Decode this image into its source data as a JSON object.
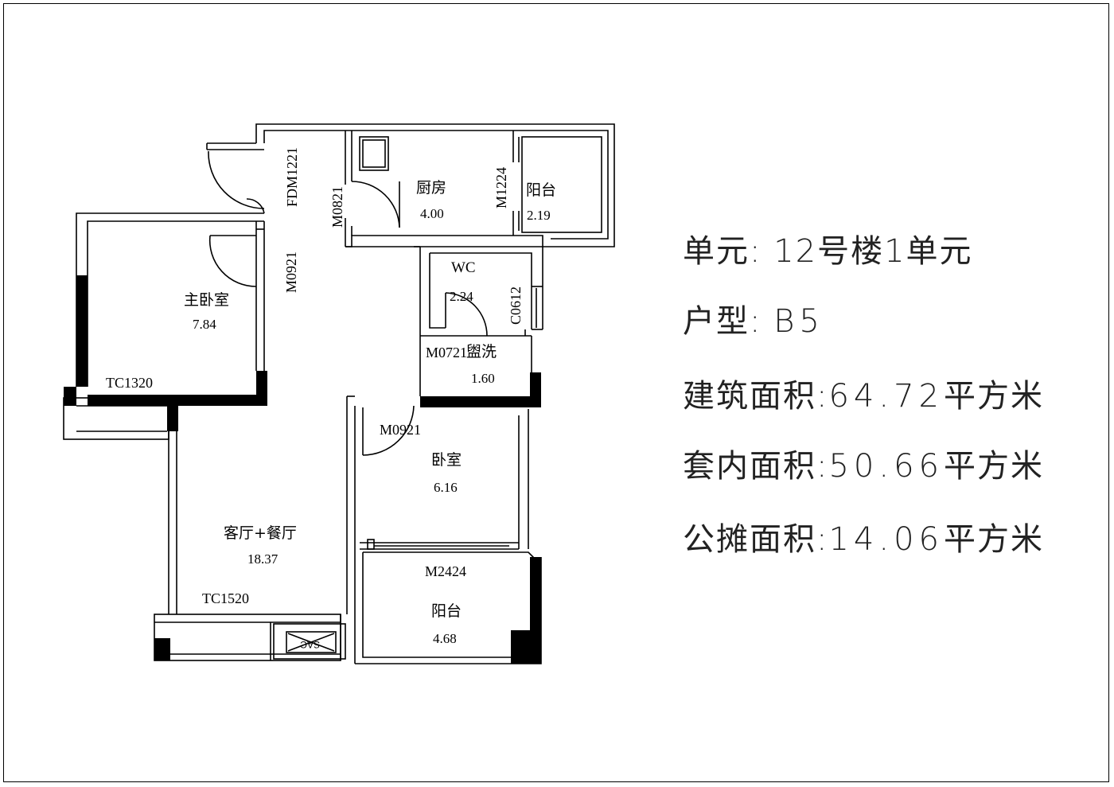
{
  "plan": {
    "rooms": [
      {
        "id": "kitchen",
        "name": "厨房",
        "area": "4.00"
      },
      {
        "id": "balcony-north",
        "name": "阳台",
        "area": "2.19"
      },
      {
        "id": "wc",
        "name": "WC",
        "area": "2.24"
      },
      {
        "id": "master-bedroom",
        "name": "主卧室",
        "area": "7.84"
      },
      {
        "id": "washroom",
        "name": "盥洗",
        "area": "1.60"
      },
      {
        "id": "bedroom",
        "name": "卧室",
        "area": "6.16"
      },
      {
        "id": "living-dining",
        "name": "客厅+餐厅",
        "area": "18.37"
      },
      {
        "id": "balcony-south",
        "name": "阳台",
        "area": "4.68"
      }
    ],
    "codes": {
      "fdm1221": "FDM1221",
      "m0821": "M0821",
      "m1224": "M1224",
      "m0921_master": "M0921",
      "c0612": "C0612",
      "m0721": "M0721",
      "m0921_bedroom": "M0921",
      "tc1320": "TC1320",
      "tc1520": "TC1520",
      "m2424": "M2424"
    },
    "ac_label": "SAC"
  },
  "info": {
    "unit_label": "单元:",
    "unit_value": "12号楼1单元",
    "type_label": "户型:",
    "type_value": "B5",
    "gross_label": "建筑面积:",
    "gross_value": "64.72",
    "inner_label": "套内面积:",
    "inner_value": "50.66",
    "shared_label": "公摊面积:",
    "shared_value": "14.06",
    "unit_suffix": "平方米"
  }
}
